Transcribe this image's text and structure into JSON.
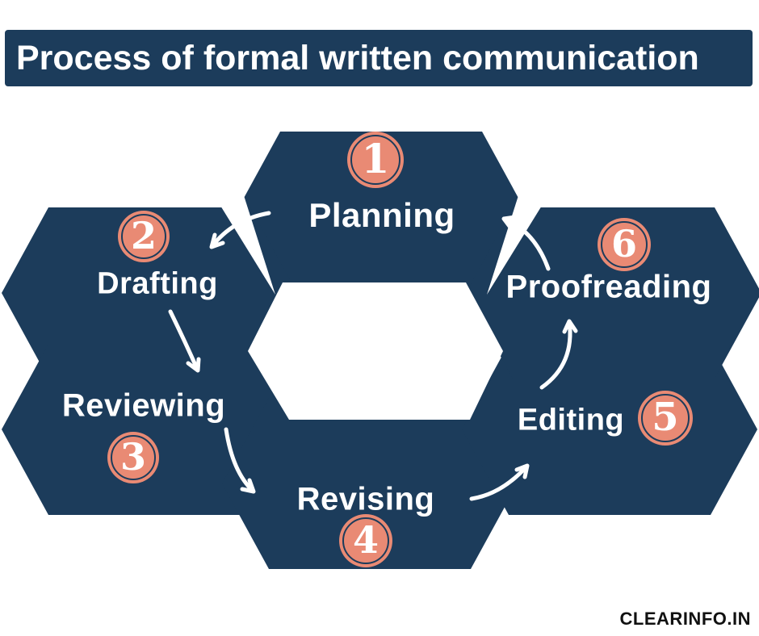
{
  "header": {
    "title": "Process of formal written communication"
  },
  "steps": [
    {
      "number": "1",
      "label": "Planning"
    },
    {
      "number": "2",
      "label": "Drafting"
    },
    {
      "number": "3",
      "label": "Reviewing"
    },
    {
      "number": "4",
      "label": "Revising"
    },
    {
      "number": "5",
      "label": "Editing"
    },
    {
      "number": "6",
      "label": "Proofreading"
    }
  ],
  "footer": {
    "brand": "CLEARINFO.IN"
  },
  "colors": {
    "navy": "#1c3c5b",
    "salmon": "#e98a74",
    "background": "#ffffff",
    "title_text": "#ffffff",
    "footer_text": "#111111"
  }
}
